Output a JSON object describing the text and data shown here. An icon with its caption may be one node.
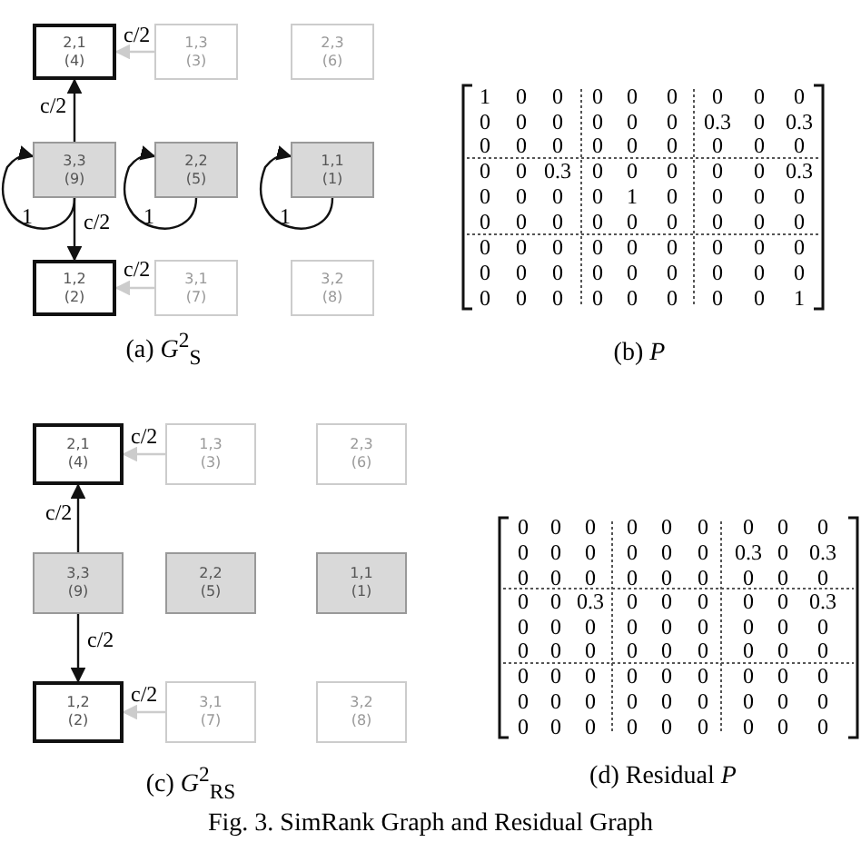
{
  "diagram": {
    "caption": "Fig. 3. SimRank Graph and Residual Graph",
    "nodes": [
      {
        "text": [
          "2,1",
          "(4)"
        ]
      },
      {
        "text": [
          "1,3",
          "(3)"
        ]
      },
      {
        "text": [
          "2,3",
          "(6)"
        ]
      },
      {
        "text": [
          "3,3",
          "(9)"
        ]
      },
      {
        "text": [
          "2,2",
          "(5)"
        ]
      },
      {
        "text": [
          "1,1",
          "(1)"
        ]
      },
      {
        "text": [
          "1,2",
          "(2)"
        ]
      },
      {
        "text": [
          "3,1",
          "(7)"
        ]
      },
      {
        "text": [
          "3,2",
          "(8)"
        ]
      },
      {
        "text": [
          "2,1",
          "(4)"
        ]
      },
      {
        "text": [
          "1,3",
          "(3)"
        ]
      },
      {
        "text": [
          "2,3",
          "(6)"
        ]
      },
      {
        "text": [
          "3,3",
          "(9)"
        ]
      },
      {
        "text": [
          "2,2",
          "(5)"
        ]
      },
      {
        "text": [
          "1,1",
          "(1)"
        ]
      },
      {
        "text": [
          "1,2",
          "(2)"
        ]
      },
      {
        "text": [
          "3,1",
          "(7)"
        ]
      },
      {
        "text": [
          "3,2",
          "(8)"
        ]
      }
    ],
    "edges": [
      {
        "from": 1,
        "to": 0,
        "arrow": "to",
        "label": "c/2",
        "color": "#cccccc"
      },
      {
        "from": 3,
        "to": 0,
        "arrow": "to",
        "label": "c/2"
      },
      {
        "from": 3,
        "to": 3,
        "arrow": "to",
        "label": "1"
      },
      {
        "from": 4,
        "to": 4,
        "arrow": "to",
        "label": "1"
      },
      {
        "from": 5,
        "to": 5,
        "arrow": "to",
        "label": "1"
      },
      {
        "from": 3,
        "to": 6,
        "arrow": "to",
        "label": "c/2"
      },
      {
        "from": 7,
        "to": 6,
        "arrow": "to",
        "label": "c/2",
        "color": "#cccccc"
      },
      {
        "from": 10,
        "to": 9,
        "arrow": "to",
        "label": "c/2",
        "color": "#cccccc"
      },
      {
        "from": 12,
        "to": 9,
        "arrow": "to",
        "label": "c/2"
      },
      {
        "from": 12,
        "to": 15,
        "arrow": "to",
        "label": "c/2"
      },
      {
        "from": 16,
        "to": 15,
        "arrow": "to",
        "label": "c/2",
        "color": "#cccccc"
      }
    ],
    "labels": [
      "1",
      "0",
      "0",
      "0",
      "0",
      "0",
      "0",
      "0",
      "0",
      "0",
      "0",
      "0",
      "0",
      "0",
      "0",
      "0.3",
      "0",
      "0.3",
      "0",
      "0",
      "0",
      "0",
      "0",
      "0",
      "0",
      "0",
      "0",
      "0",
      "0",
      "0.3",
      "0",
      "0",
      "0",
      "0",
      "0",
      "0.3",
      "0",
      "0",
      "0",
      "0",
      "1",
      "0",
      "0",
      "0",
      "0",
      "0",
      "0",
      "0",
      "0",
      "0",
      "0",
      "0",
      "0",
      "0",
      "0",
      "0",
      "0",
      "0",
      "0",
      "0",
      "0",
      "0",
      "0",
      "0",
      "0",
      "0",
      "0",
      "0",
      "0",
      "0",
      "0",
      "0",
      "0",
      "0",
      "0",
      "0",
      "0",
      "0",
      "0",
      "0",
      "1",
      "(a) *G*$^{2}$$_{S}$",
      "(b) *P*",
      "0",
      "0",
      "0",
      "0",
      "0",
      "0",
      "0",
      "0",
      "0",
      "0",
      "0",
      "0",
      "0",
      "0",
      "0",
      "0.3",
      "0",
      "0.3",
      "0",
      "0",
      "0",
      "0",
      "0",
      "0",
      "0",
      "0",
      "0",
      "0",
      "0",
      "0.3",
      "0",
      "0",
      "0",
      "0",
      "0",
      "0.3",
      "0",
      "0",
      "0",
      "0",
      "0",
      "0",
      "0",
      "0",
      "0",
      "0",
      "0",
      "0",
      "0",
      "0",
      "0",
      "0",
      "0",
      "0",
      "0",
      "0",
      "0",
      "0",
      "0",
      "0",
      "0",
      "0",
      "0",
      "0",
      "0",
      "0",
      "0",
      "0",
      "0",
      "0",
      "0",
      "0",
      "0",
      "0",
      "0",
      "0",
      "0",
      "0",
      "0",
      "0",
      "0",
      "(c) *G*$^{2}$$_{RS}$",
      "(d) Residual *P*"
    ]
  }
}
